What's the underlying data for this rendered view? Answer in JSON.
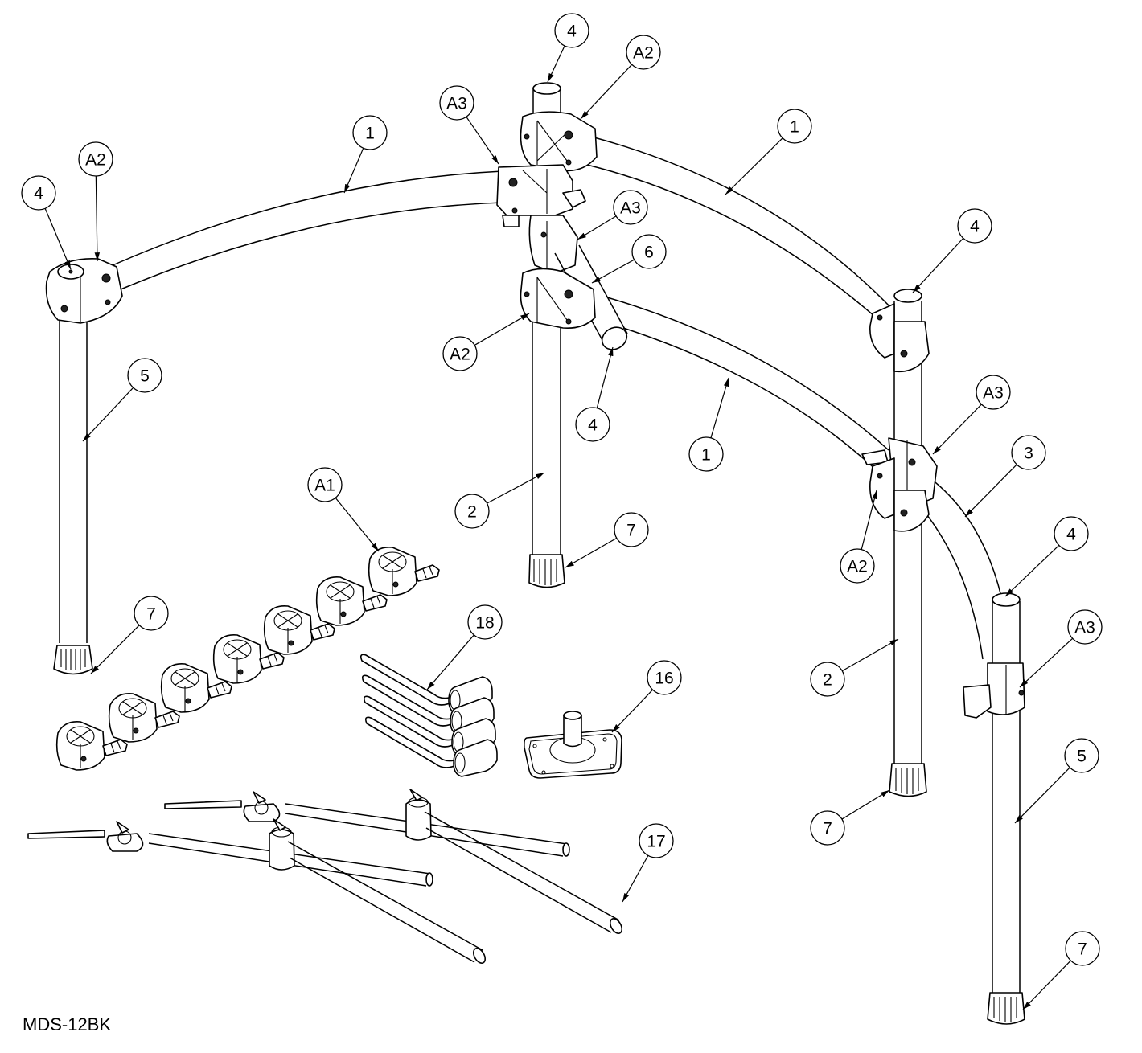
{
  "drawing": {
    "model_number": "MDS-12BK",
    "line_color": "#000000",
    "background_color": "#ffffff"
  },
  "callouts": [
    {
      "id": "c1",
      "label": "4",
      "target": "left-top-end-cap"
    },
    {
      "id": "c2",
      "label": "A2",
      "target": "left-corner-clamp"
    },
    {
      "id": "c3",
      "label": "1",
      "target": "left-curved-bar"
    },
    {
      "id": "c4",
      "label": "A3",
      "target": "center-upper-clamp"
    },
    {
      "id": "c5",
      "label": "4",
      "target": "center-top-end-cap"
    },
    {
      "id": "c6",
      "label": "A2",
      "target": "center-top-clamp"
    },
    {
      "id": "c7",
      "label": "1",
      "target": "right-upper-curved-bar"
    },
    {
      "id": "c8",
      "label": "A3",
      "target": "center-mid-clamp"
    },
    {
      "id": "c9",
      "label": "6",
      "target": "short-extension-bar"
    },
    {
      "id": "c10",
      "label": "A2",
      "target": "center-lower-clamp"
    },
    {
      "id": "c11",
      "label": "4",
      "target": "extension-bar-end-cap"
    },
    {
      "id": "c12",
      "label": "1",
      "target": "right-lower-curved-bar"
    },
    {
      "id": "c13",
      "label": "4",
      "target": "right-top-end-cap"
    },
    {
      "id": "c14",
      "label": "A3",
      "target": "right-mid-clamp"
    },
    {
      "id": "c15",
      "label": "A2",
      "target": "right-lower-clamp"
    },
    {
      "id": "c16",
      "label": "3",
      "target": "side-curved-bar"
    },
    {
      "id": "c17",
      "label": "4",
      "target": "side-leg-end-cap"
    },
    {
      "id": "c18",
      "label": "A3",
      "target": "side-leg-clamp"
    },
    {
      "id": "c19",
      "label": "5",
      "target": "left-leg"
    },
    {
      "id": "c20",
      "label": "7",
      "target": "left-leg-foot"
    },
    {
      "id": "c21",
      "label": "2",
      "target": "center-leg"
    },
    {
      "id": "c22",
      "label": "7",
      "target": "center-leg-foot"
    },
    {
      "id": "c23",
      "label": "2",
      "target": "right-leg"
    },
    {
      "id": "c24",
      "label": "7",
      "target": "right-leg-foot"
    },
    {
      "id": "c25",
      "label": "5",
      "target": "side-leg"
    },
    {
      "id": "c26",
      "label": "7",
      "target": "side-leg-foot"
    },
    {
      "id": "c27",
      "label": "A1",
      "target": "tom-clamps"
    },
    {
      "id": "c28",
      "label": "18",
      "target": "l-rods"
    },
    {
      "id": "c29",
      "label": "16",
      "target": "mount-plate"
    },
    {
      "id": "c30",
      "label": "17",
      "target": "cymbal-boom-arms"
    }
  ]
}
